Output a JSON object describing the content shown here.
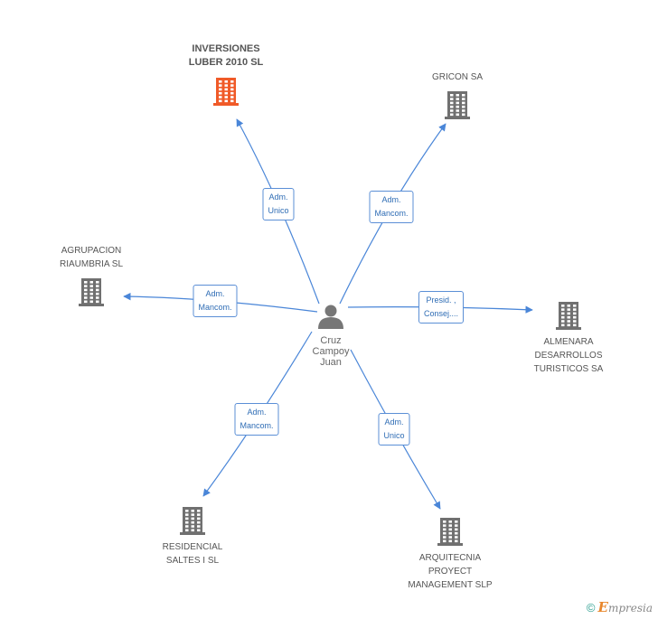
{
  "center": {
    "lines": [
      "Cruz",
      "Campoy",
      "Juan"
    ]
  },
  "nodes": [
    {
      "id": "inversiones",
      "lines": [
        "INVERSIONES",
        "LUBER 2010 SL"
      ],
      "highlight": true
    },
    {
      "id": "gricon",
      "lines": [
        "GRICON SA"
      ]
    },
    {
      "id": "agrupacion",
      "lines": [
        "AGRUPACION",
        "RIAUMBRIA SL"
      ]
    },
    {
      "id": "almenara",
      "lines": [
        "ALMENARA",
        "DESARROLLOS",
        "TURISTICOS SA"
      ]
    },
    {
      "id": "residencial",
      "lines": [
        "RESIDENCIAL",
        "SALTES I SL"
      ]
    },
    {
      "id": "arquitecnia",
      "lines": [
        "ARQUITECNIA",
        "PROYECT",
        "MANAGEMENT SLP"
      ]
    }
  ],
  "edges": [
    {
      "to": "inversiones",
      "lines": [
        "Adm.",
        "Unico"
      ]
    },
    {
      "to": "gricon",
      "lines": [
        "Adm.",
        "Mancom."
      ]
    },
    {
      "to": "agrupacion",
      "lines": [
        "Adm.",
        "Mancom."
      ]
    },
    {
      "to": "almenara",
      "lines": [
        "Presid. ,",
        "Consej...."
      ]
    },
    {
      "to": "residencial",
      "lines": [
        "Adm.",
        "Mancom."
      ]
    },
    {
      "to": "arquitecnia",
      "lines": [
        "Adm.",
        "Unico"
      ]
    }
  ],
  "colors": {
    "edge": "#4a86d8",
    "building": "#707070",
    "building_highlight": "#f05a28",
    "person": "#777777"
  },
  "footer": {
    "copyright": "©",
    "brand_initial": "E",
    "brand_rest": "mpresia"
  }
}
